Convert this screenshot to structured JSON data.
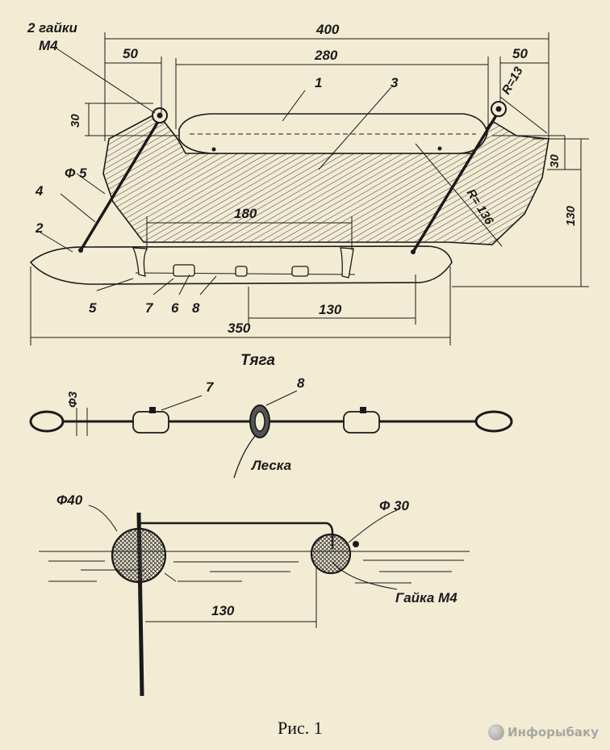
{
  "labels": {
    "nuts_m4": [
      "2 гайки",
      "М4"
    ],
    "part_1": "1",
    "part_2": "2",
    "part_3": "3",
    "part_4": "4",
    "part_5": "5",
    "part_6": "6",
    "part_7": "7",
    "part_8": "8",
    "phi5": "Ф 5",
    "r13": "R=13",
    "r136": "R= 136"
  },
  "dimensions": {
    "d400": "400",
    "d50_left": "50",
    "d280": "280",
    "d50_right": "50",
    "d30_left": "30",
    "d30_right": "30",
    "d130_height": "130",
    "d180": "180",
    "d130_bottom": "130",
    "d350": "350"
  },
  "traction": {
    "title": "Тяга",
    "phi3": "Ф3",
    "part_7": "7",
    "part_8": "8",
    "line": "Леска"
  },
  "floats": {
    "phi40": "Ф40",
    "phi30": "Ф 30",
    "nut": "Гайка М4",
    "d130": "130"
  },
  "caption": "Рис.  1",
  "watermark": "Инфорыбаку"
}
